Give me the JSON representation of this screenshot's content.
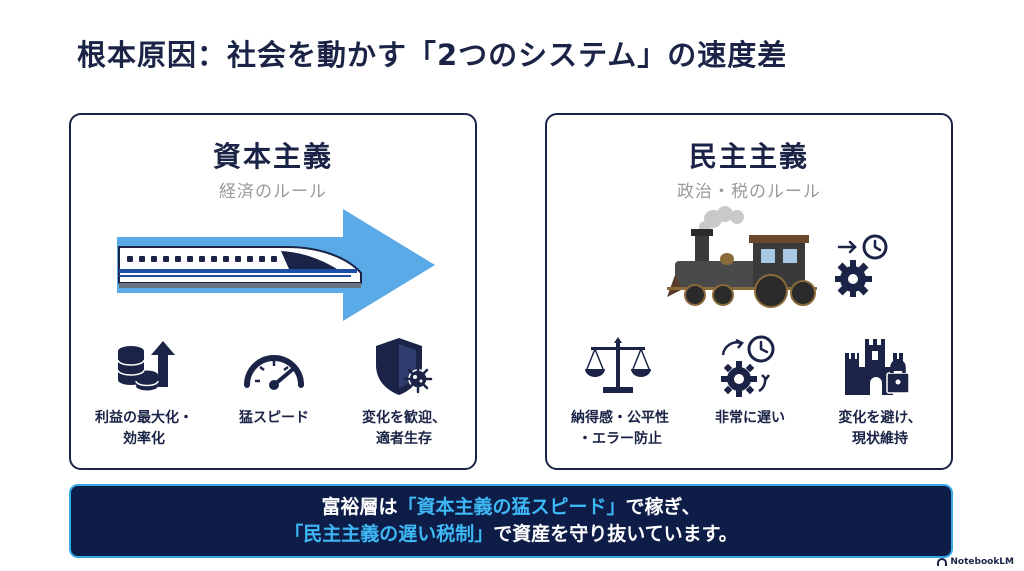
{
  "title": "根本原因：社会を動かす「2つのシステム」の速度差",
  "capitalism": {
    "title": "資本主義",
    "subtitle": "経済のルール",
    "hero_icons": [
      "bullet-train-icon",
      "right-arrow-icon"
    ],
    "features": [
      {
        "icon": "coins-growth-icon",
        "lines": [
          "利益の最大化・",
          "効率化"
        ]
      },
      {
        "icon": "speedometer-icon",
        "lines": [
          "猛スピード"
        ]
      },
      {
        "icon": "shield-virus-icon",
        "lines": [
          "変化を歓迎、",
          "適者生存"
        ]
      }
    ]
  },
  "democracy": {
    "title": "民主主義",
    "subtitle": "政治・税のルール",
    "hero_icons": [
      "steam-locomotive-icon",
      "gear-clock-icon"
    ],
    "features": [
      {
        "icon": "balance-scale-icon",
        "lines": [
          "納得感・公平性",
          "・エラー防止"
        ]
      },
      {
        "icon": "gear-clock-icon",
        "lines": [
          "非常に遅い"
        ]
      },
      {
        "icon": "castle-lock-icon",
        "lines": [
          "変化を避け、",
          "現状維持"
        ]
      }
    ]
  },
  "banner": {
    "line1_pre": "富裕層は",
    "line1_hl": "「資本主義の猛スピード」",
    "line1_post": "で稼ぎ、",
    "line2_hl": "「民主主義の遅い税制」",
    "line2_post": "で資産を守り抜いています。"
  },
  "brand": "NotebookLM",
  "colors": {
    "navy": "#1b2447",
    "banner": "#0e1c48",
    "highlight": "#3db8f5",
    "arrow": "#5aaae8"
  }
}
